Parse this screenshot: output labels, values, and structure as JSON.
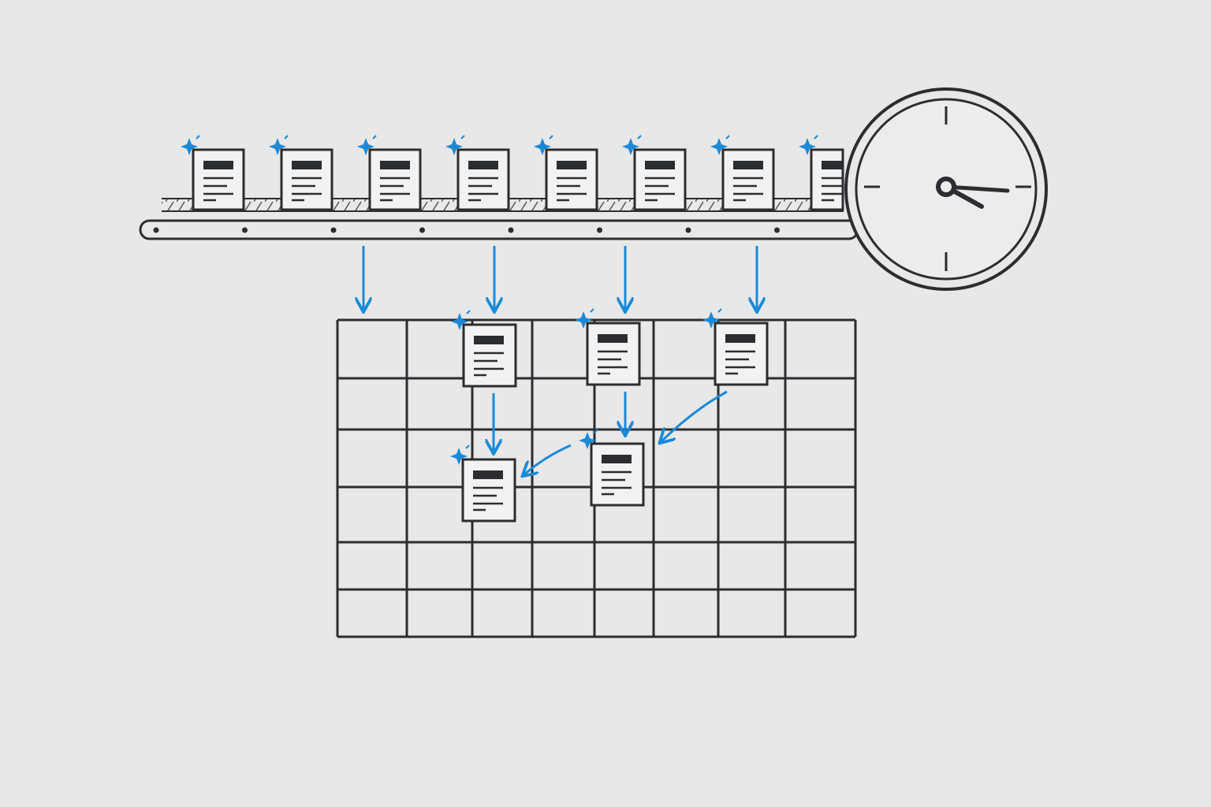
{
  "colors": {
    "background": "#e8e8e8",
    "ink": "#2b2d30",
    "accent": "#1a8ad8",
    "paper": "#f2f2f2"
  },
  "icons": {
    "document": "document-icon",
    "sparkle": "sparkle-icon",
    "clock": "clock-icon",
    "arrow": "arrow-down-icon"
  },
  "conveyor": {
    "document_count": 8
  },
  "grid": {
    "columns": 8,
    "rows": 6,
    "placed_documents": 5
  },
  "clock": {
    "hour": 3,
    "minute": 15
  }
}
